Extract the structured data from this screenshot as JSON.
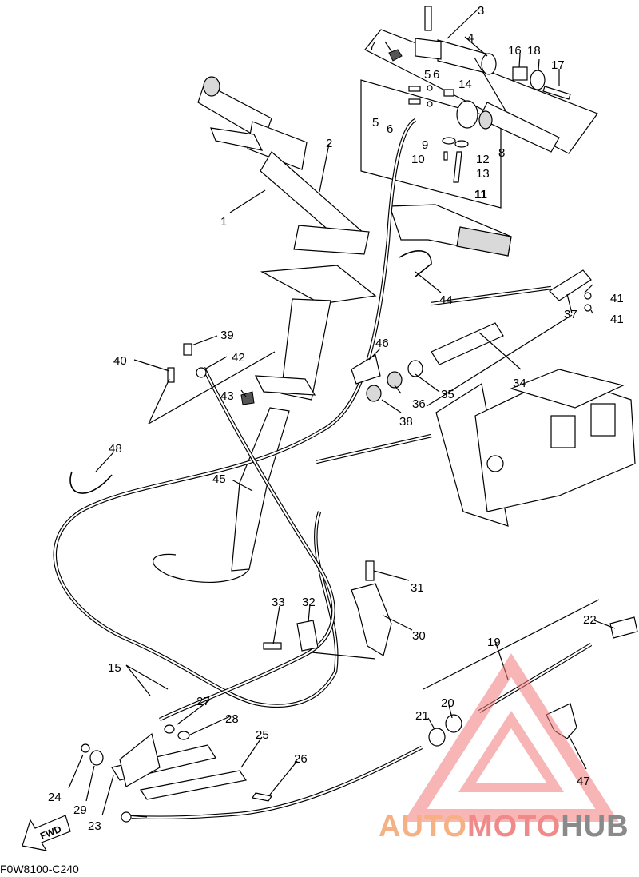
{
  "diagram": {
    "code": "F0W8100-C240",
    "fwd_label": "FWD",
    "callouts": [
      {
        "id": "1",
        "bold": false
      },
      {
        "id": "2",
        "bold": false
      },
      {
        "id": "3",
        "bold": false
      },
      {
        "id": "4",
        "bold": false
      },
      {
        "id": "5",
        "bold": false
      },
      {
        "id": "5",
        "bold": false
      },
      {
        "id": "6",
        "bold": false
      },
      {
        "id": "6",
        "bold": false
      },
      {
        "id": "7",
        "bold": false
      },
      {
        "id": "8",
        "bold": false
      },
      {
        "id": "9",
        "bold": false
      },
      {
        "id": "10",
        "bold": false
      },
      {
        "id": "11",
        "bold": true
      },
      {
        "id": "12",
        "bold": false
      },
      {
        "id": "13",
        "bold": false
      },
      {
        "id": "14",
        "bold": false
      },
      {
        "id": "15",
        "bold": false
      },
      {
        "id": "16",
        "bold": false
      },
      {
        "id": "17",
        "bold": false
      },
      {
        "id": "18",
        "bold": false
      },
      {
        "id": "19",
        "bold": false
      },
      {
        "id": "20",
        "bold": false
      },
      {
        "id": "21",
        "bold": false
      },
      {
        "id": "22",
        "bold": false
      },
      {
        "id": "23",
        "bold": false
      },
      {
        "id": "24",
        "bold": false
      },
      {
        "id": "25",
        "bold": false
      },
      {
        "id": "26",
        "bold": false
      },
      {
        "id": "27",
        "bold": false
      },
      {
        "id": "28",
        "bold": false
      },
      {
        "id": "29",
        "bold": false
      },
      {
        "id": "30",
        "bold": false
      },
      {
        "id": "31",
        "bold": false
      },
      {
        "id": "32",
        "bold": false
      },
      {
        "id": "33",
        "bold": false
      },
      {
        "id": "34",
        "bold": false
      },
      {
        "id": "35",
        "bold": false
      },
      {
        "id": "36",
        "bold": false
      },
      {
        "id": "37",
        "bold": false
      },
      {
        "id": "38",
        "bold": false
      },
      {
        "id": "39",
        "bold": false
      },
      {
        "id": "40",
        "bold": false
      },
      {
        "id": "41",
        "bold": false
      },
      {
        "id": "41",
        "bold": false
      },
      {
        "id": "42",
        "bold": false
      },
      {
        "id": "43",
        "bold": false
      },
      {
        "id": "44",
        "bold": false
      },
      {
        "id": "45",
        "bold": false
      },
      {
        "id": "46",
        "bold": false
      },
      {
        "id": "47",
        "bold": false
      },
      {
        "id": "48",
        "bold": false
      }
    ]
  },
  "watermark": {
    "word_1": "AUTO",
    "word_2": "MOTO",
    "word_3": "HUB",
    "color_1": "#f5b183",
    "color_2": "#f08a8a",
    "color_3": "#8a8a8a",
    "triangle_color": "#f27a7a"
  }
}
